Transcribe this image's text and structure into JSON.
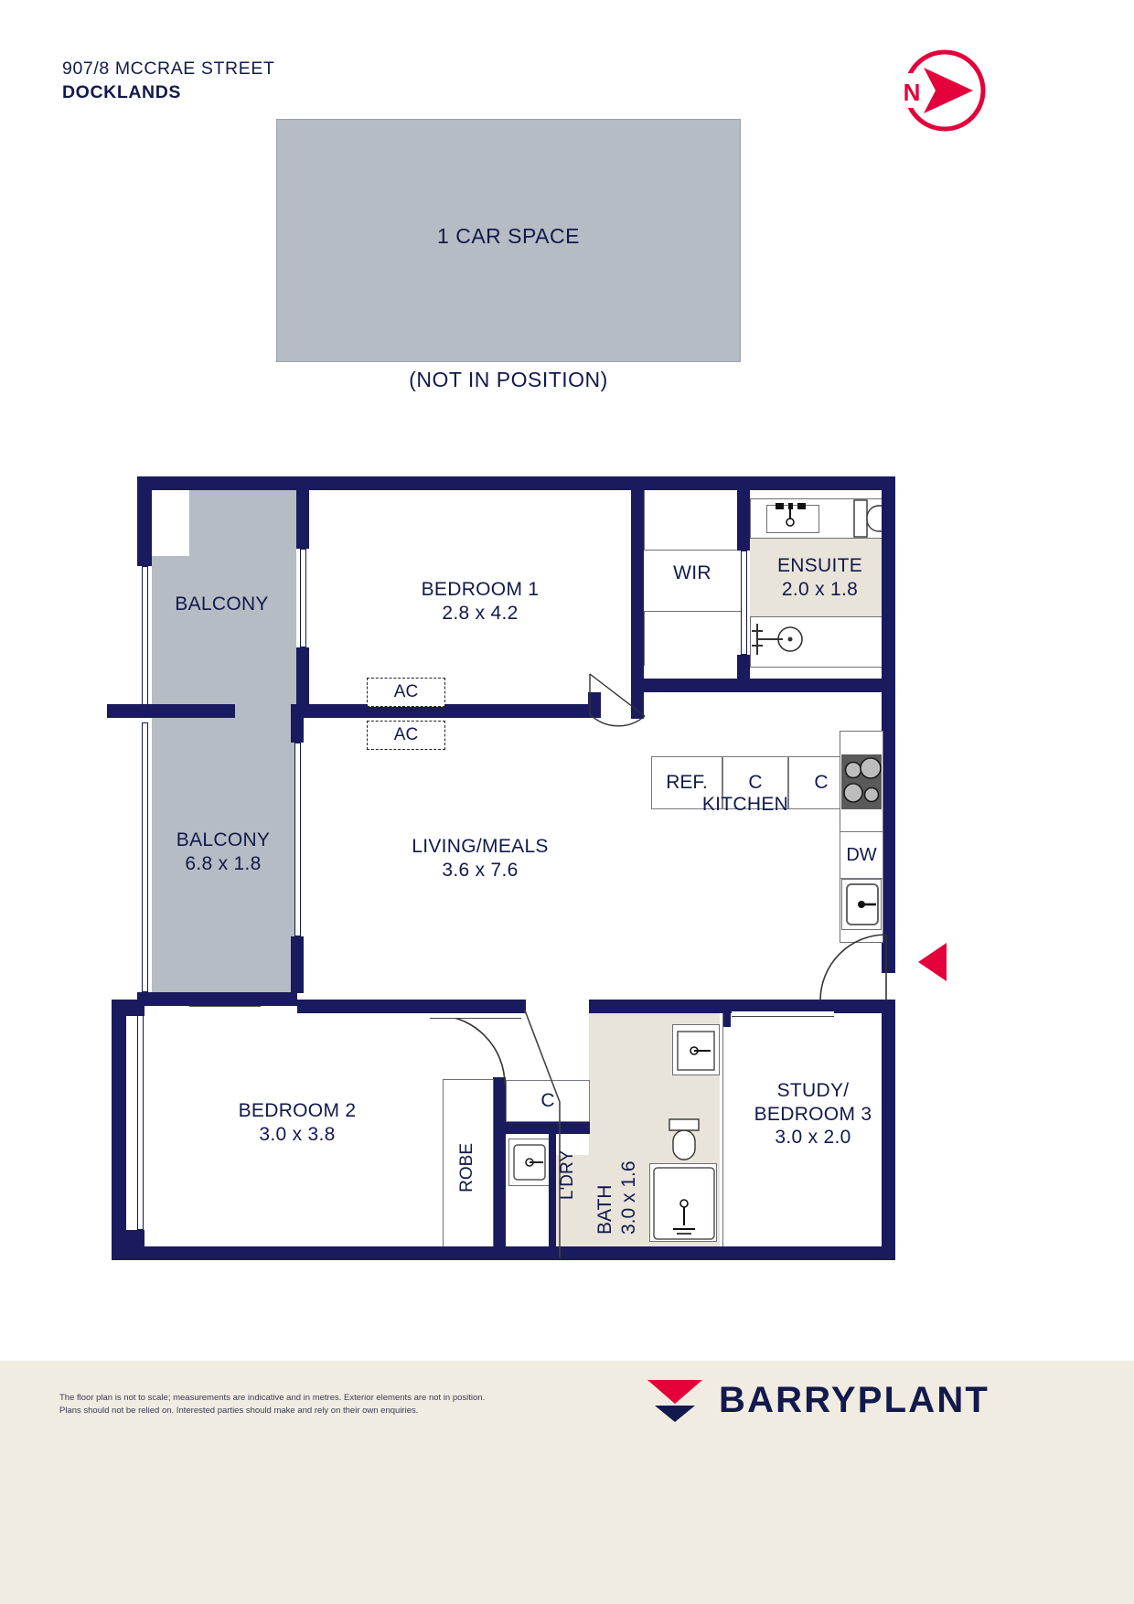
{
  "header": {
    "address_line1": "907/8 MCCRAE STREET",
    "address_line2": "DOCKLANDS"
  },
  "compass": {
    "north_label": "N",
    "icon": "compass-north-arrow-icon",
    "color": "#e4003a"
  },
  "car_space": {
    "label": "1 CAR SPACE",
    "note": "(NOT IN POSITION)",
    "fill": "#b5bcc3"
  },
  "colors": {
    "wall": "#191b5e",
    "wet_area": "#e9e4da",
    "balcony": "#b5bcc3",
    "accent_red": "#e4003a",
    "footer_bg": "#f0ece1",
    "text": "#12194d"
  },
  "rooms": [
    {
      "name": "BALCONY",
      "dim": ""
    },
    {
      "name": "BEDROOM 1",
      "dim": "2.8 x 4.2"
    },
    {
      "name": "WIR",
      "dim": ""
    },
    {
      "name": "ENSUITE",
      "dim": "2.0 x 1.8"
    },
    {
      "name": "BALCONY",
      "dim": "6.8 x 1.8"
    },
    {
      "name": "LIVING/MEALS",
      "dim": "3.6 x 7.6"
    },
    {
      "name": "KITCHEN",
      "dim": ""
    },
    {
      "name": "BEDROOM 2",
      "dim": "3.0 x 3.8"
    },
    {
      "name": "BATH",
      "dim": "3.0 x 1.6"
    },
    {
      "name": "STUDY/\nBEDROOM 3",
      "dim": "3.0 x 2.0"
    }
  ],
  "room_labels": {
    "balcony_top": "BALCONY",
    "bedroom1_name": "BEDROOM 1",
    "bedroom1_dim": "2.8 x 4.2",
    "wir": "WIR",
    "ensuite_name": "ENSUITE",
    "ensuite_dim": "2.0 x 1.8",
    "balcony_main_name": "BALCONY",
    "balcony_main_dim": "6.8 x 1.8",
    "living_name": "LIVING/MEALS",
    "living_dim": "3.6 x 7.6",
    "kitchen": "KITCHEN",
    "bedroom2_name": "BEDROOM 2",
    "bedroom2_dim": "3.0 x 3.8",
    "bath_name": "BATH",
    "bath_dim": "3.0 x 1.6",
    "study_line1": "STUDY/",
    "study_line2": "BEDROOM 3",
    "study_dim": "3.0 x 2.0",
    "robe": "ROBE",
    "laundry": "L'DRY"
  },
  "fixtures": {
    "ac_1": "AC",
    "ac_2": "AC",
    "fridge": "REF.",
    "cupboard_1": "C",
    "cupboard_2": "C",
    "dishwasher": "DW",
    "bath_cupboard": "C"
  },
  "footer": {
    "disclaimer_line1": "The floor plan is not to scale; measurements are indicative and in metres. Exterior elements are not in position.",
    "disclaimer_line2": "Plans should not be relied on. Interested parties should make and rely on their own enquiries.",
    "brand": "BARRYPLANT"
  }
}
